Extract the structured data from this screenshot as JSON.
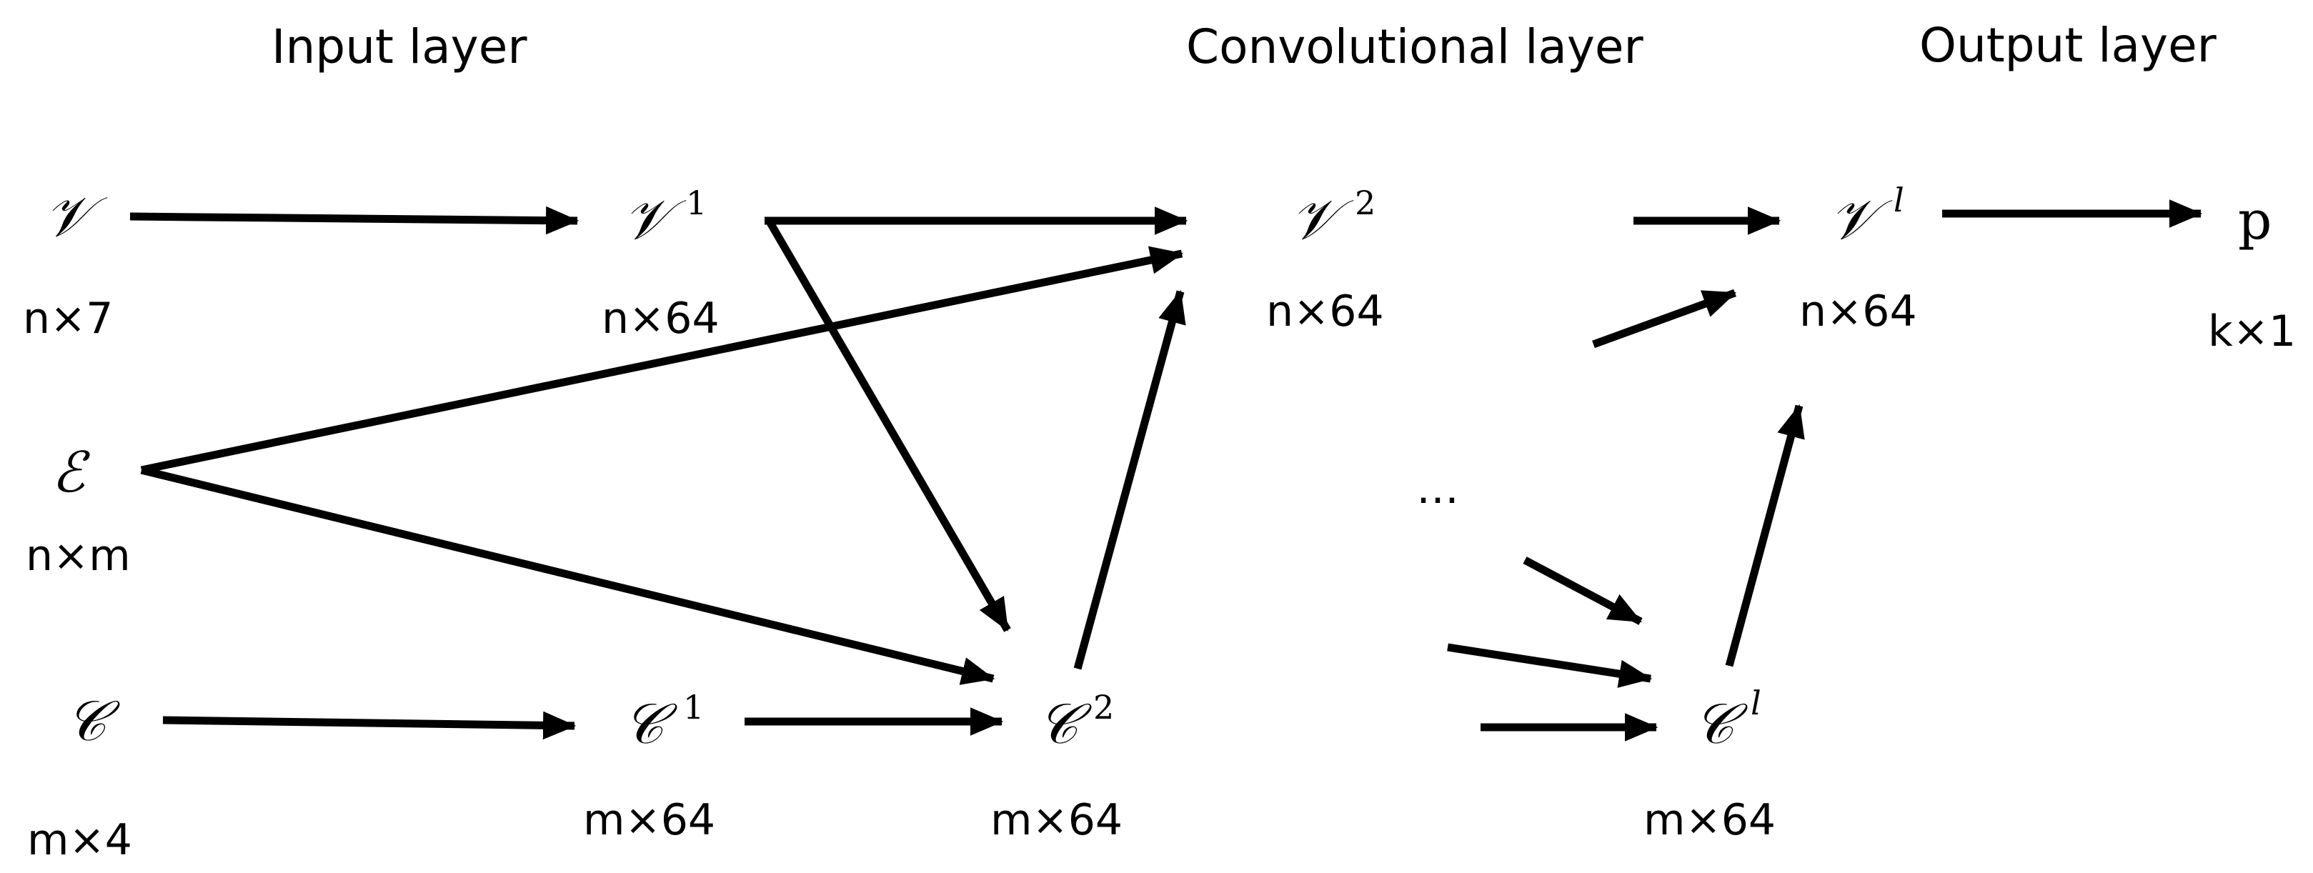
{
  "headers": {
    "input": "Input layer",
    "conv": "Convolutional layer",
    "output": "Output layer"
  },
  "nodes": {
    "v": {
      "sym": "𝒱",
      "sup": "",
      "dim": "n×7"
    },
    "e": {
      "sym": "ℰ",
      "sup": "",
      "dim": "n×m"
    },
    "c": {
      "sym": "𝒞",
      "sup": "",
      "dim": "m×4"
    },
    "v1": {
      "sym": "𝒱",
      "sup": "1",
      "dim": "n×64"
    },
    "c1": {
      "sym": "𝒞",
      "sup": "1",
      "dim": "m×64"
    },
    "v2": {
      "sym": "𝒱",
      "sup": "2",
      "dim": "n×64"
    },
    "c2": {
      "sym": "𝒞",
      "sup": "2",
      "dim": "m×64"
    },
    "vl": {
      "sym": "𝒱",
      "sup": "l",
      "dim": "n×64"
    },
    "cl": {
      "sym": "𝒞",
      "sup": "l",
      "dim": "m×64"
    },
    "p": {
      "sym": "p",
      "sup": "",
      "dim": "k×1"
    }
  },
  "ellipsis": "…",
  "edges": [
    {
      "from": "v",
      "to": "v1"
    },
    {
      "from": "c",
      "to": "c1"
    },
    {
      "from": "v1",
      "to": "v2"
    },
    {
      "from": "v1",
      "to": "c2"
    },
    {
      "from": "e",
      "to": "v2"
    },
    {
      "from": "e",
      "to": "c2"
    },
    {
      "from": "c1",
      "to": "c2"
    },
    {
      "from": "c2",
      "to": "v2"
    },
    {
      "from": "…",
      "to": "vl"
    },
    {
      "from": "…",
      "to": "vl"
    },
    {
      "from": "…",
      "to": "cl"
    },
    {
      "from": "…",
      "to": "cl"
    },
    {
      "from": "…",
      "to": "cl"
    },
    {
      "from": "cl",
      "to": "vl"
    },
    {
      "from": "vl",
      "to": "p"
    }
  ]
}
